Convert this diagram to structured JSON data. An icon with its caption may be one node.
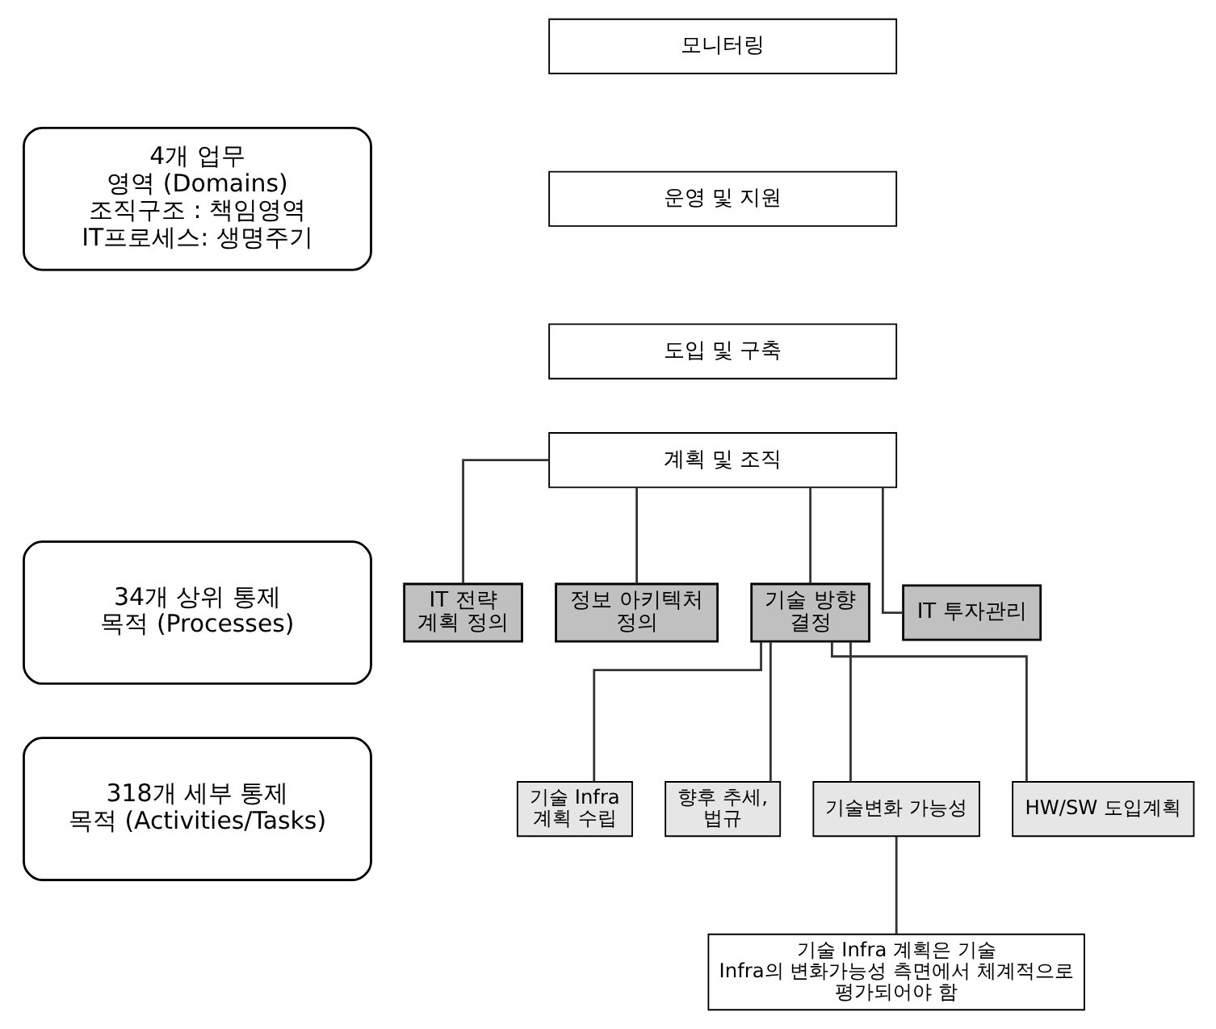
{
  "diagram": {
    "nodes": [
      {
        "text": [
          "4개 업무 영역 (Domains)",
          "조직구조 : 책임영역",
          "IT프로세스: 생명주기"
        ]
      },
      {
        "text": [
          "34개 상위 통제 목적 (Processes)"
        ]
      },
      {
        "text": [
          "318개 세부 통제 목적 (Activities/Tasks)"
        ]
      },
      {
        "text": [
          "모니터링"
        ]
      },
      {
        "text": [
          "운영 및 지원"
        ]
      },
      {
        "text": [
          "도입 및 구축"
        ]
      },
      {
        "text": [
          "계획 및 조직"
        ]
      },
      {
        "text": [
          "IT 전략 계획 정의"
        ]
      },
      {
        "text": [
          "정보 아키텍처 정의"
        ]
      },
      {
        "text": [
          "기술 방향 결정"
        ]
      },
      {
        "text": [
          "IT 투자관리"
        ]
      },
      {
        "text": [
          "기술 Infra 계획 수립"
        ]
      },
      {
        "text": [
          "향후 추세, 법규"
        ]
      },
      {
        "text": [
          "기술변화 가능성"
        ]
      },
      {
        "text": [
          "HW/SW 도입계획"
        ]
      },
      {
        "text": [
          "기술 Infra 계획은 기술 Infra의 변화가능성 측면에서 체계적으로 평가되어야 함"
        ]
      }
    ],
    "edges": [
      {
        "from": 6,
        "to": 7,
        "arrow": "none"
      },
      {
        "from": 6,
        "to": 8,
        "arrow": "none"
      },
      {
        "from": 6,
        "to": 9,
        "arrow": "none"
      },
      {
        "from": 6,
        "to": 10,
        "arrow": "none"
      },
      {
        "from": 9,
        "to": 11,
        "arrow": "none"
      },
      {
        "from": 9,
        "to": 12,
        "arrow": "none"
      },
      {
        "from": 9,
        "to": 13,
        "arrow": "none"
      },
      {
        "from": 9,
        "to": 14,
        "arrow": "none"
      },
      {
        "from": 13,
        "to": 15,
        "arrow": "none"
      }
    ]
  }
}
